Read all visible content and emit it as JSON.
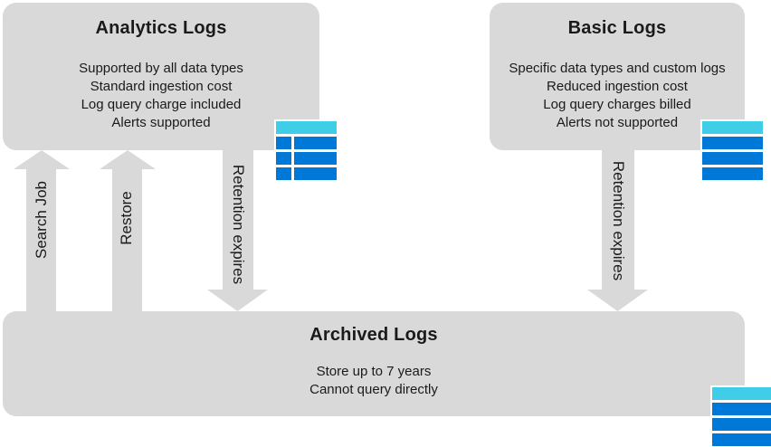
{
  "colors": {
    "box_gray": "#d9d9d9",
    "arrow_gray": "#d9d9d9",
    "text": "#1a1a1a",
    "table_blue": "#0078d7",
    "table_cyan": "#40cde8"
  },
  "boxes": {
    "analytics": {
      "title": "Analytics Logs",
      "lines": [
        "Supported by all data types",
        "Standard ingestion cost",
        "Log query charge included",
        "Alerts supported"
      ]
    },
    "basic": {
      "title": "Basic Logs",
      "lines": [
        "Specific data types and custom logs",
        "Reduced ingestion cost",
        "Log query charges billed",
        "Alerts not supported"
      ]
    },
    "archived": {
      "title": "Archived Logs",
      "lines": [
        "Store up to 7 years",
        "Cannot query directly"
      ]
    }
  },
  "arrows": {
    "search_job": {
      "label": "Search Job",
      "direction": "up"
    },
    "restore": {
      "label": "Restore",
      "direction": "up"
    },
    "retention_left": {
      "label": "Retention expires",
      "direction": "down"
    },
    "retention_right": {
      "label": "Retention expires",
      "direction": "down"
    }
  },
  "icons": {
    "analytics_table": "log-table-icon",
    "basic_table": "log-table-stripes-icon",
    "archived_table": "log-table-stripes-icon"
  }
}
